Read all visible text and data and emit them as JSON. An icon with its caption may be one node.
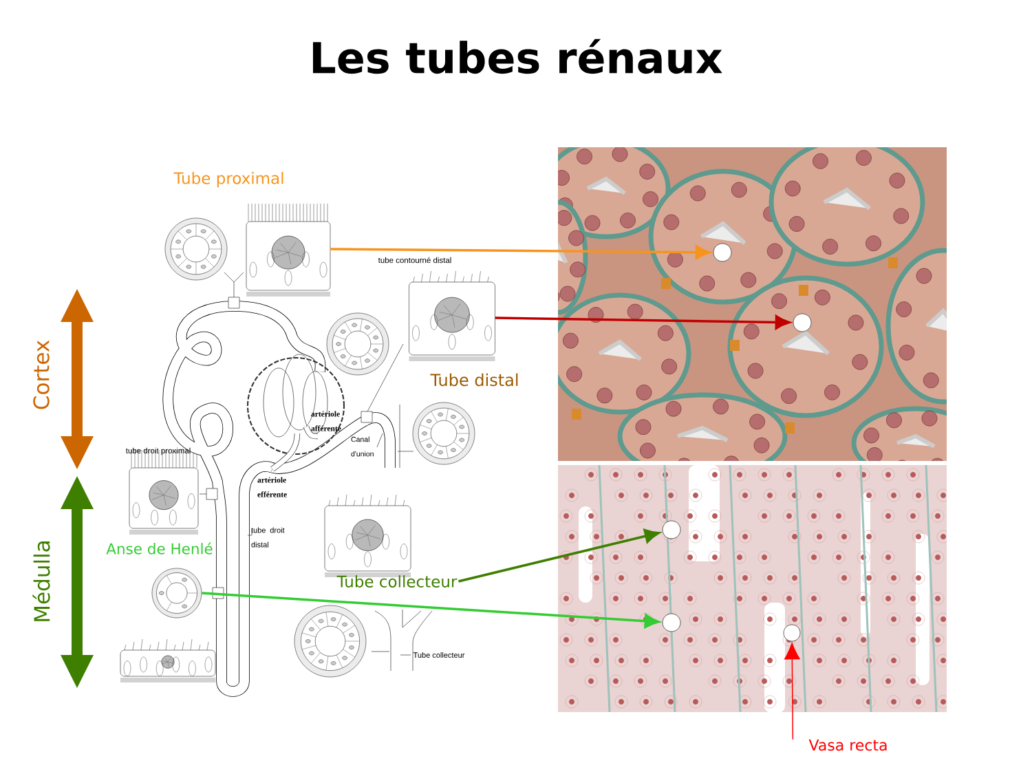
{
  "diagram": {
    "title": "Les tubes rénaux",
    "nodes": [
      {
        "text": [],
        "shape": "picture",
        "beside": [
          "Tube proximal"
        ]
      },
      {
        "text": [],
        "shape": "picture",
        "beside": [
          "Tube distal"
        ]
      },
      {
        "text": [],
        "shape": "picture"
      },
      {
        "text": [],
        "shape": "picture"
      },
      {
        "text": [],
        "shape": "picture",
        "beside": [
          "Anse de Henlé"
        ]
      },
      {
        "text": [
          "Tube collecteur"
        ]
      },
      {
        "text": [
          "Vasa recta"
        ]
      },
      {
        "text": [],
        "shape": "circle",
        "in": 2
      },
      {
        "text": [],
        "shape": "circle",
        "in": 2
      },
      {
        "text": [],
        "shape": "circle",
        "in": 3
      },
      {
        "text": [],
        "shape": "circle",
        "in": 3
      },
      {
        "text": [],
        "shape": "circle",
        "in": 3
      }
    ],
    "edges": [
      {
        "from": 0,
        "to": 7,
        "arrow": "to",
        "color": "#f7941d"
      },
      {
        "from": 1,
        "to": 8,
        "arrow": "to",
        "color": "#c00000"
      },
      {
        "from": 5,
        "to": 9,
        "arrow": "to",
        "color": "#3f7f00"
      },
      {
        "from": 4,
        "to": 10,
        "arrow": "to",
        "color": "#33cc33"
      },
      {
        "from": 6,
        "to": 11,
        "arrow": "to",
        "color": "#ff0000"
      }
    ],
    "labels": [
      "tube contourné distal",
      "Cortex",
      "artériole afférente",
      "Canal d'union",
      "tube droit proximal",
      "artériole efférente",
      "tube droit distal",
      "Médulla",
      "Tube collecteur"
    ]
  }
}
